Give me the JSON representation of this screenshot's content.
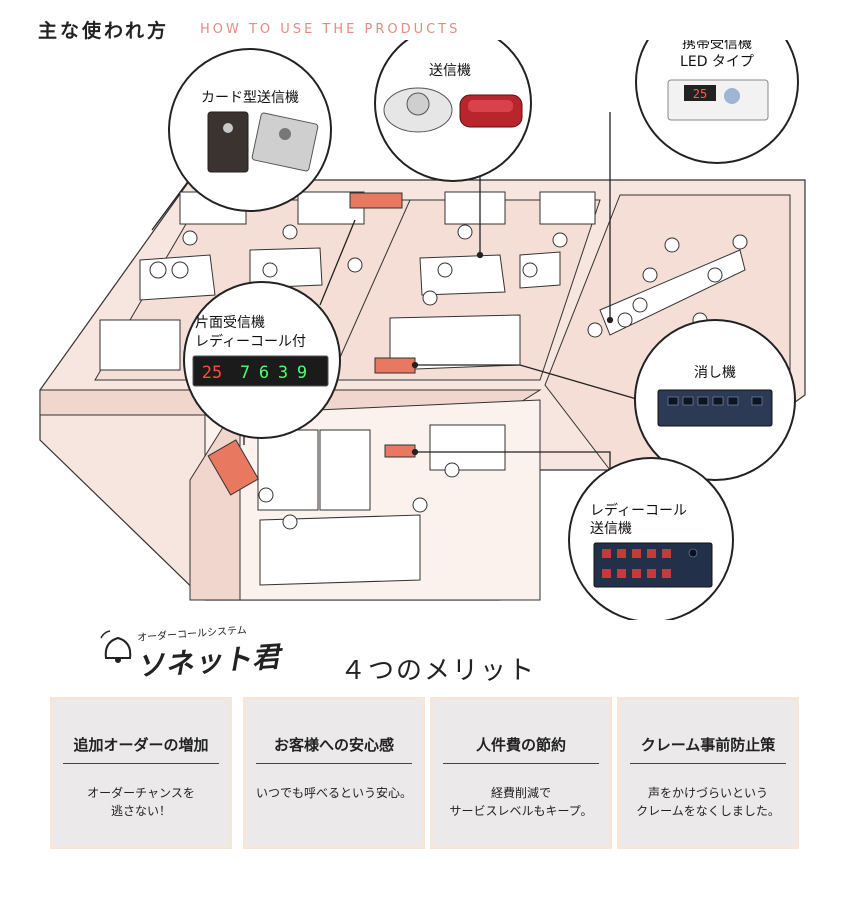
{
  "header": {
    "title": "主な使われ方",
    "title_en": "HOW TO USE THE PRODUCTS"
  },
  "bubbles": {
    "card": "カード型送信機",
    "sender": "送信機",
    "mobile_line1": "携帯受信機",
    "mobile_line2": "LED タイプ",
    "single_line1": "片面受信機",
    "single_line2": "レディーコール付",
    "cancel": "消し機",
    "lady_line1": "レディーコール",
    "lady_line2": "送信機"
  },
  "display": {
    "digits": [
      "25",
      "7",
      "6",
      "3",
      "9"
    ],
    "mobile_digits": "25"
  },
  "brand": {
    "sub": "オーダーコールシステム",
    "name": "ソネット君"
  },
  "merits": {
    "title": "４つのメリット",
    "cards": [
      {
        "title": "追加オーダーの増加",
        "body": "オーダーチャンスを\n逃さない！"
      },
      {
        "title": "お客様への安心感",
        "body": "いつでも呼べるという安心。"
      },
      {
        "title": "人件費の節約",
        "body": "経費削減で\nサービスレベルもキープ。"
      },
      {
        "title": "クレーム事前防止策",
        "body": "声をかけづらいという\nクレームをなくしました。"
      }
    ]
  },
  "colors": {
    "wall": "#f7e6df",
    "floor": "#f2d9d0",
    "accent": "#e58b82",
    "line": "#333333"
  }
}
